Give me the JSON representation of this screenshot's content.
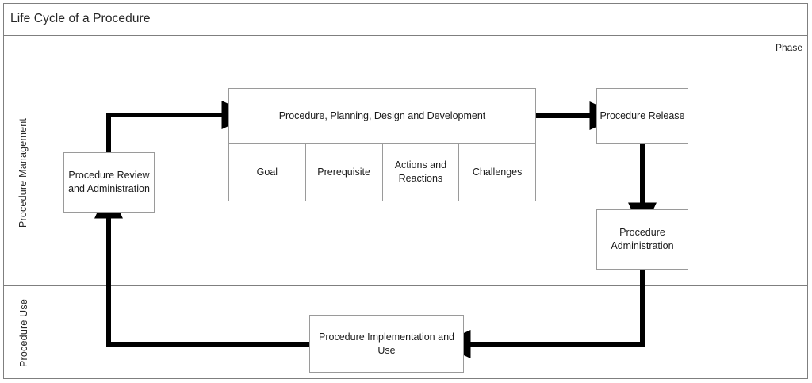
{
  "diagram": {
    "title": "Life Cycle of a Procedure",
    "phase_label": "Phase",
    "lanes": [
      {
        "id": "procedure-management",
        "label": "Procedure Management"
      },
      {
        "id": "procedure-use",
        "label": "Procedure Use"
      }
    ],
    "nodes": {
      "review": "Procedure Review and Administration",
      "main_header": "Procedure, Planning, Design and Development",
      "main_cells": [
        "Goal",
        "Prerequisite",
        "Actions and Reactions",
        "Challenges"
      ],
      "release": "Procedure Release",
      "administration": "Procedure Administration",
      "implementation": "Procedure Implementation and Use"
    },
    "flow": [
      {
        "from": "review",
        "to": "main_header"
      },
      {
        "from": "main_header",
        "to": "release"
      },
      {
        "from": "release",
        "to": "administration"
      },
      {
        "from": "administration",
        "to": "implementation"
      },
      {
        "from": "implementation",
        "to": "review"
      }
    ],
    "colors": {
      "frame_border": "#7f7f7f",
      "box_border": "#9a9a9a",
      "connector": "#000000",
      "text": "#1a1a1a",
      "background": "#ffffff"
    }
  }
}
